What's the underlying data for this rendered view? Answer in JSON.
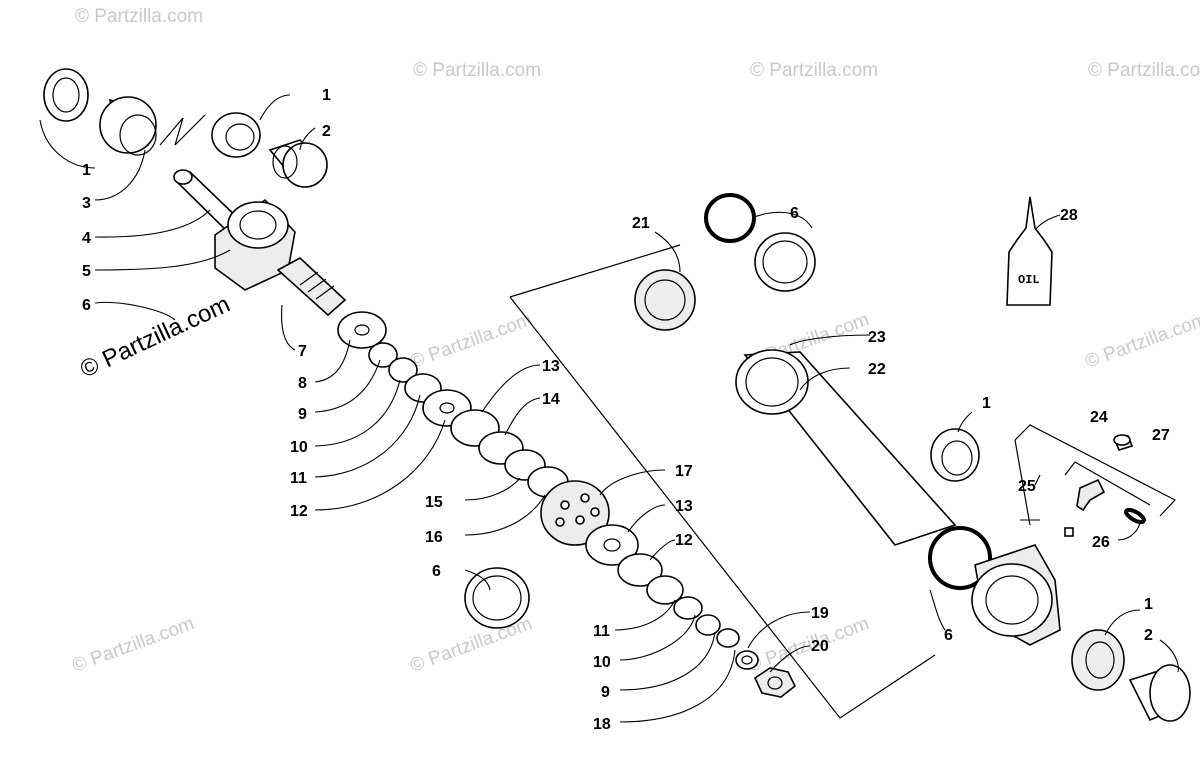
{
  "watermark": {
    "text": "© Partzilla.com"
  },
  "oil_bottle_label": "OIL",
  "callouts": [
    {
      "id": "c1a",
      "text": "1"
    },
    {
      "id": "c2a",
      "text": "2"
    },
    {
      "id": "c1b",
      "text": "1"
    },
    {
      "id": "c3",
      "text": "3"
    },
    {
      "id": "c4",
      "text": "4"
    },
    {
      "id": "c5",
      "text": "5"
    },
    {
      "id": "c6a",
      "text": "6"
    },
    {
      "id": "c7",
      "text": "7"
    },
    {
      "id": "c8",
      "text": "8"
    },
    {
      "id": "c9a",
      "text": "9"
    },
    {
      "id": "c10a",
      "text": "10"
    },
    {
      "id": "c11a",
      "text": "11"
    },
    {
      "id": "c12a",
      "text": "12"
    },
    {
      "id": "c13a",
      "text": "13"
    },
    {
      "id": "c14",
      "text": "14"
    },
    {
      "id": "c15",
      "text": "15"
    },
    {
      "id": "c16",
      "text": "16"
    },
    {
      "id": "c17",
      "text": "17"
    },
    {
      "id": "c13b",
      "text": "13"
    },
    {
      "id": "c12b",
      "text": "12"
    },
    {
      "id": "c6b",
      "text": "6"
    },
    {
      "id": "c11b",
      "text": "11"
    },
    {
      "id": "c10b",
      "text": "10"
    },
    {
      "id": "c9b",
      "text": "9"
    },
    {
      "id": "c18",
      "text": "18"
    },
    {
      "id": "c19",
      "text": "19"
    },
    {
      "id": "c20",
      "text": "20"
    },
    {
      "id": "c21",
      "text": "21"
    },
    {
      "id": "c6c",
      "text": "6"
    },
    {
      "id": "c28",
      "text": "28"
    },
    {
      "id": "c23",
      "text": "23"
    },
    {
      "id": "c22",
      "text": "22"
    },
    {
      "id": "c1c",
      "text": "1"
    },
    {
      "id": "c24",
      "text": "24"
    },
    {
      "id": "c27",
      "text": "27"
    },
    {
      "id": "c25",
      "text": "25"
    },
    {
      "id": "c26",
      "text": "26"
    },
    {
      "id": "c1d",
      "text": "1"
    },
    {
      "id": "c2b",
      "text": "2"
    },
    {
      "id": "c6d",
      "text": "6"
    }
  ]
}
